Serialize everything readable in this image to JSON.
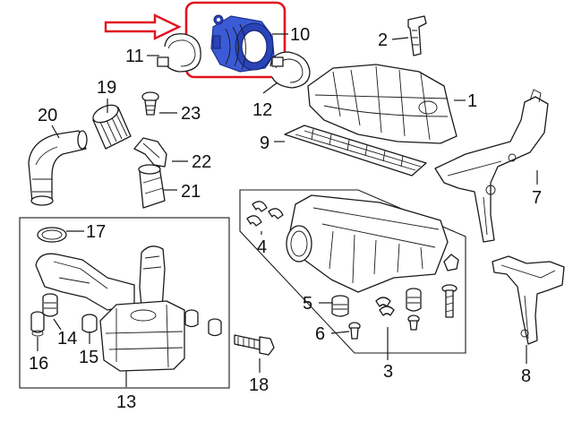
{
  "diagram": {
    "callouts": {
      "p1": "1",
      "p2": "2",
      "p3": "3",
      "p4": "4",
      "p5": "5",
      "p6": "6",
      "p7": "7",
      "p8": "8",
      "p9": "9",
      "p10": "10",
      "p11": "11",
      "p12": "12",
      "p13": "13",
      "p14": "14",
      "p15": "15",
      "p16": "16",
      "p17": "17",
      "p18": "18",
      "p19": "19",
      "p20": "20",
      "p21": "21",
      "p22": "22",
      "p23": "23"
    },
    "colors": {
      "highlight_box": "#e0141e",
      "arrow": "#e0141e",
      "highlighted_part": "#3b5bd6",
      "line_art": "#1a1a1a"
    }
  }
}
